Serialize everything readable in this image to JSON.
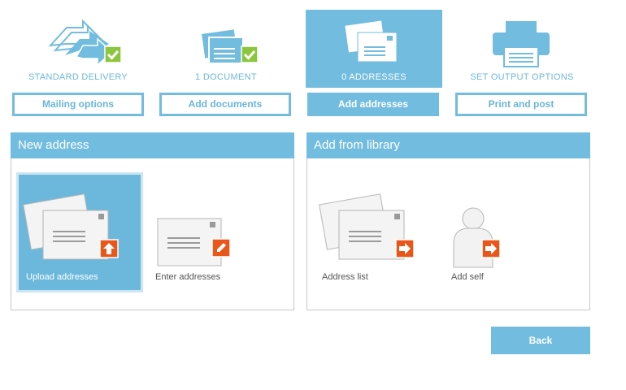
{
  "steps": [
    {
      "label": "STANDARD DELIVERY",
      "button": "Mailing options",
      "icon": "delivery-arrows-icon"
    },
    {
      "label": "1 DOCUMENT",
      "button": "Add documents",
      "icon": "document-stack-icon"
    },
    {
      "label": "0 ADDRESSES",
      "button": "Add addresses",
      "icon": "envelope-stack-icon"
    },
    {
      "label": "SET OUTPUT OPTIONS",
      "button": "Print and post",
      "icon": "printer-icon"
    }
  ],
  "active_step": "0 ADDRESSES",
  "new_address": {
    "title": "New address",
    "upload_label": "Upload addresses",
    "enter_label": "Enter addresses"
  },
  "library": {
    "title": "Add from library",
    "list_label": "Address list",
    "self_label": "Add self"
  },
  "back_label": "Back",
  "colors": {
    "accent": "#72bcdf",
    "action": "#e8561a",
    "check": "#8cc63e"
  }
}
